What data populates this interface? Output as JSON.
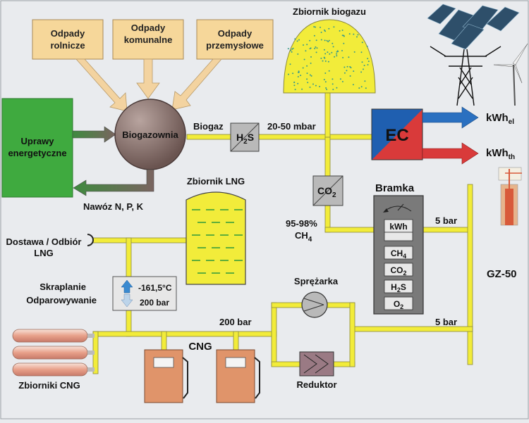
{
  "sources": {
    "agricultural": [
      "Odpady",
      "rolnicze"
    ],
    "municipal": [
      "Odpady",
      "komunalne"
    ],
    "industrial": [
      "Odpady",
      "przemysłowe"
    ]
  },
  "crops": [
    "Uprawy",
    "energetyczne"
  ],
  "biogas_plant": "Biogazownia",
  "fertilizer": "Nawóz  N, P, K",
  "biogas_label": "Biogaz",
  "h2s": {
    "main": "H",
    "sub": "2",
    "tail": "S"
  },
  "pressure_low": "20-50 mbar",
  "gas_tank": "Zbiornik biogazu",
  "ec": "EC",
  "kwh_el": {
    "main": "kWh",
    "sub": "el"
  },
  "kwh_th": {
    "main": "kWh",
    "sub": "th"
  },
  "co2": {
    "main": "CO",
    "sub": "2"
  },
  "methane": {
    "line1": "95-98%",
    "main": "CH",
    "sub": "4"
  },
  "gate": {
    "title": "Bramka",
    "items": [
      {
        "main": "kWh",
        "sub": ""
      },
      {
        "main": "CH",
        "sub": "4"
      },
      {
        "main": "CO",
        "sub": "2"
      },
      {
        "main": "H",
        "sub": "2",
        "tail": "S"
      },
      {
        "main": "O",
        "sub": "2"
      }
    ]
  },
  "pressure_5bar_top": "5 bar",
  "pressure_5bar_bottom": "5 bar",
  "grid": "GZ-50",
  "lng_tank": "Zbiornik LNG",
  "lng_delivery": [
    "Dostawa / Odbiór",
    "LNG"
  ],
  "liquefaction": [
    "Skraplanie",
    "Odparowywanie"
  ],
  "temperature": "-161,5°C",
  "pressure_200_box": "200 bar",
  "pressure_200": "200 bar",
  "compressor": "Sprężarka",
  "reducer": "Reduktor",
  "cng": "CNG",
  "cng_tanks": "Zbiorniki CNG",
  "colors": {
    "pipe": "#f2ec3a",
    "source_box": "#f6d79a",
    "crops": "#3faa3f",
    "plant": "#7a6460",
    "ec_blue": "#1f5fb0",
    "ec_red": "#d93a3a",
    "gate_panel": "#7a7a7a",
    "dispenser": "#e0946a"
  }
}
